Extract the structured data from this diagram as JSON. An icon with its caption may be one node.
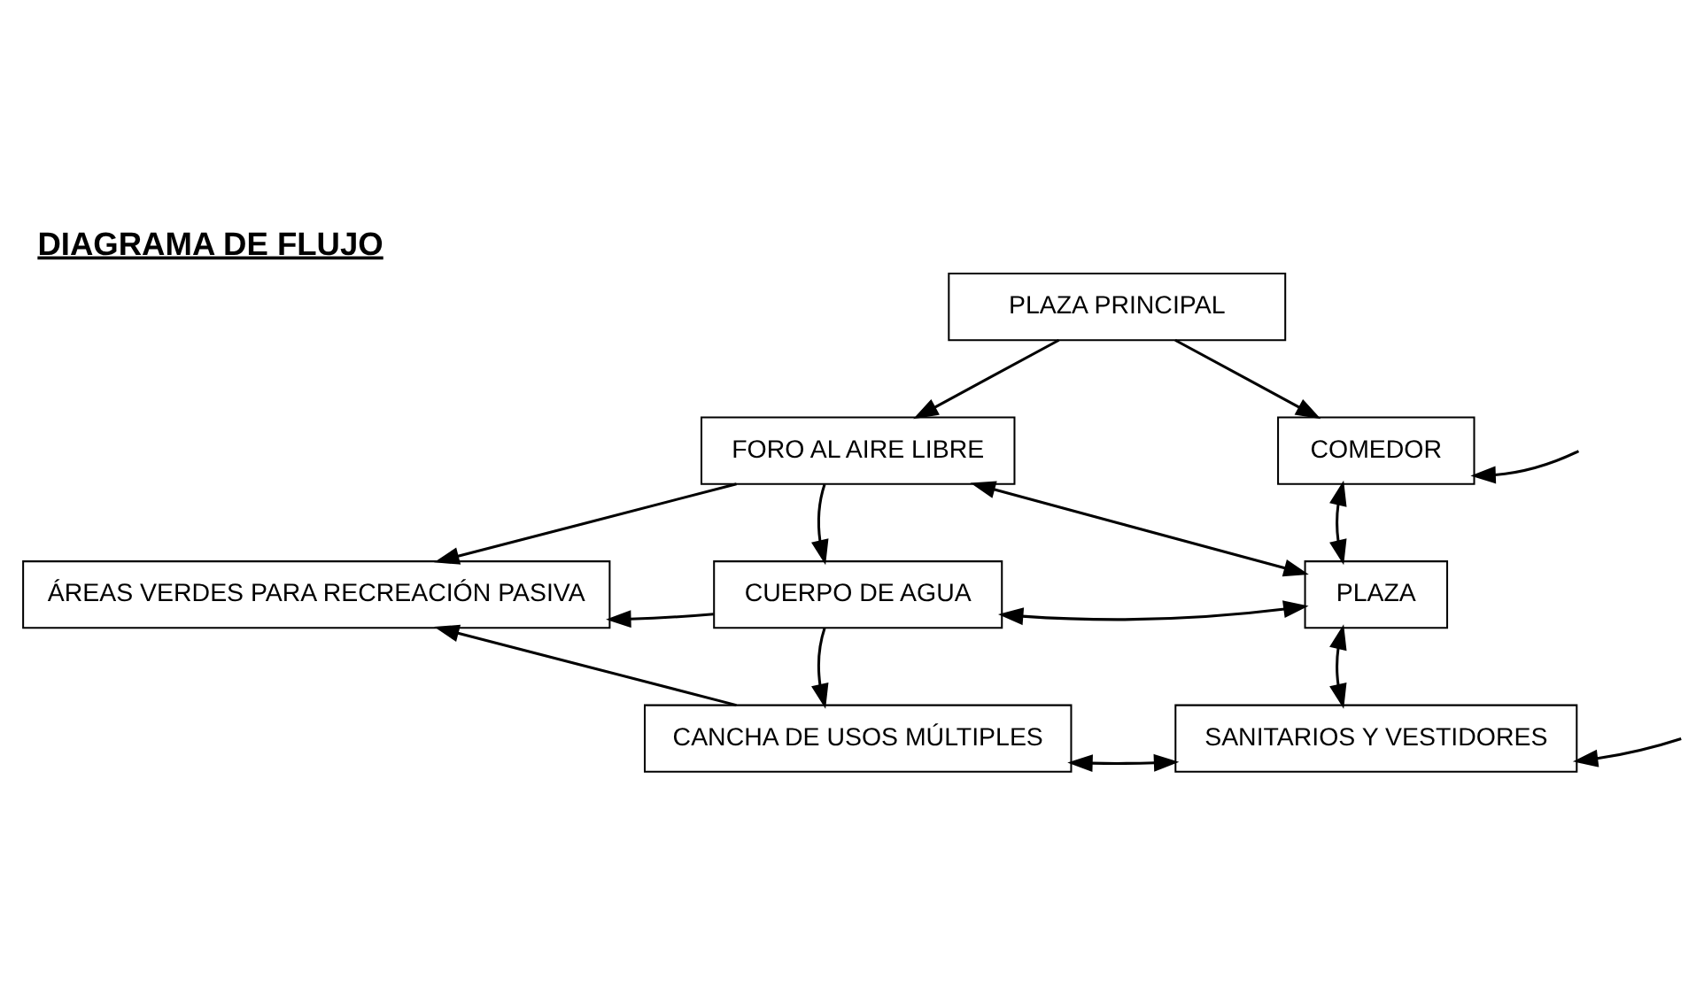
{
  "diagram": {
    "title": "DIAGRAMA DE FLUJO",
    "nodes": [
      {
        "text": [
          "PLAZA PRINCIPAL"
        ]
      },
      {
        "text": [
          "FORO AL AIRE LIBRE"
        ]
      },
      {
        "text": [
          "COMEDOR"
        ]
      },
      {
        "text": [
          "ÁREAS VERDES PARA RECREACIÓN PASIVA"
        ]
      },
      {
        "text": [
          "CUERPO DE AGUA"
        ]
      },
      {
        "text": [
          "PLAZA"
        ]
      },
      {
        "text": [
          "CANCHA DE USOS MÚLTIPLES"
        ]
      },
      {
        "text": [
          "SANITARIOS Y VESTIDORES"
        ]
      }
    ],
    "edges": [
      {
        "from": 0,
        "to": 1,
        "arrow": "to"
      },
      {
        "from": 0,
        "to": 2,
        "arrow": "to"
      },
      {
        "from": null,
        "to": 2,
        "arrow": "to"
      },
      {
        "from": 1,
        "to": 3,
        "arrow": "to"
      },
      {
        "from": 1,
        "to": 5,
        "arrow": "both"
      },
      {
        "from": 1,
        "to": 4,
        "arrow": "to"
      },
      {
        "from": 2,
        "to": 5,
        "arrow": "both"
      },
      {
        "from": 4,
        "to": 3,
        "arrow": "to"
      },
      {
        "from": 4,
        "to": 5,
        "arrow": "both"
      },
      {
        "from": 4,
        "to": 6,
        "arrow": "to"
      },
      {
        "from": 5,
        "to": 7,
        "arrow": "both"
      },
      {
        "from": 6,
        "to": 3,
        "arrow": "to"
      },
      {
        "from": 6,
        "to": 7,
        "arrow": "both"
      },
      {
        "from": null,
        "to": 7,
        "arrow": "to"
      }
    ]
  }
}
